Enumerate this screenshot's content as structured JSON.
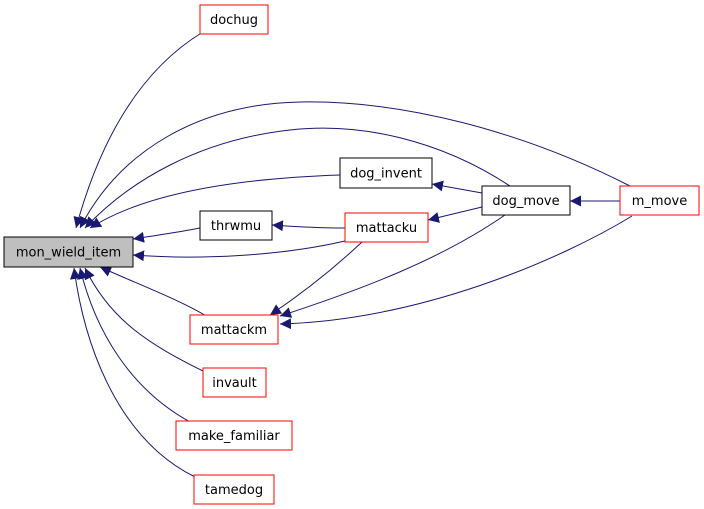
{
  "colors": {
    "edge": "#191970",
    "focus_fill": "#bfbfbf",
    "focus_border": "#000000",
    "ref_border": "#ff0000",
    "plain_border": "#000000",
    "node_fill": "#ffffff"
  },
  "nodes": {
    "mon_wield_item": {
      "label": "mon_wield_item",
      "style": "focus"
    },
    "dochug": {
      "label": "dochug",
      "style": "ref"
    },
    "dog_invent": {
      "label": "dog_invent",
      "style": "plain"
    },
    "thrwmu": {
      "label": "thrwmu",
      "style": "plain"
    },
    "mattacku": {
      "label": "mattacku",
      "style": "ref"
    },
    "dog_move": {
      "label": "dog_move",
      "style": "plain"
    },
    "m_move": {
      "label": "m_move",
      "style": "ref"
    },
    "mattackm": {
      "label": "mattackm",
      "style": "ref"
    },
    "invault": {
      "label": "invault",
      "style": "ref"
    },
    "make_familiar": {
      "label": "make_familiar",
      "style": "ref"
    },
    "tamedog": {
      "label": "tamedog",
      "style": "ref"
    }
  },
  "edges": [
    {
      "from": "dochug",
      "to": "mon_wield_item"
    },
    {
      "from": "m_move",
      "to": "mon_wield_item"
    },
    {
      "from": "dog_move",
      "to": "mon_wield_item"
    },
    {
      "from": "dog_invent",
      "to": "mon_wield_item"
    },
    {
      "from": "thrwmu",
      "to": "mon_wield_item"
    },
    {
      "from": "mattacku",
      "to": "mon_wield_item"
    },
    {
      "from": "mattackm",
      "to": "mon_wield_item"
    },
    {
      "from": "invault",
      "to": "mon_wield_item"
    },
    {
      "from": "make_familiar",
      "to": "mon_wield_item"
    },
    {
      "from": "tamedog",
      "to": "mon_wield_item"
    },
    {
      "from": "dog_move",
      "to": "dog_invent"
    },
    {
      "from": "mattacku",
      "to": "thrwmu"
    },
    {
      "from": "dog_move",
      "to": "mattacku"
    },
    {
      "from": "m_move",
      "to": "dog_move"
    },
    {
      "from": "mattacku",
      "to": "mattackm"
    },
    {
      "from": "dog_move",
      "to": "mattackm"
    },
    {
      "from": "m_move",
      "to": "mattackm"
    }
  ]
}
